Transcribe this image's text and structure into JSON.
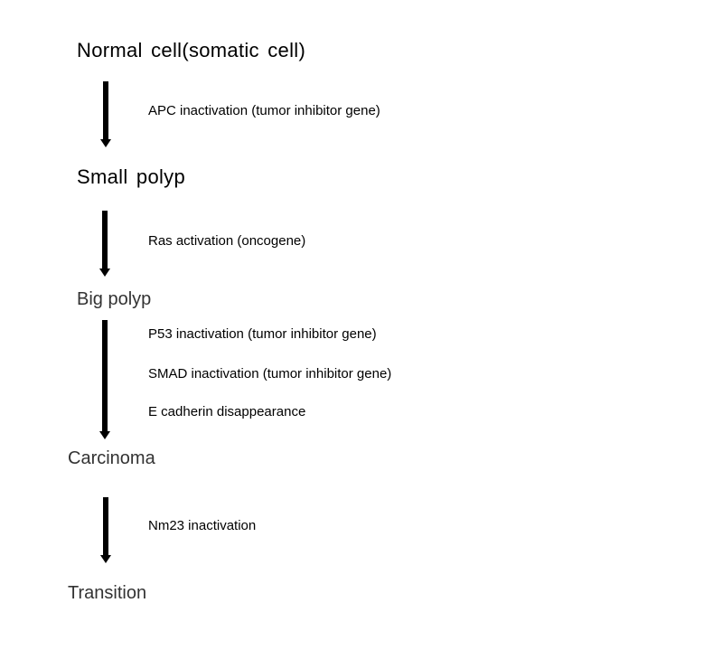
{
  "stages": [
    {
      "label": "Normal cell(somatic cell)"
    },
    {
      "label": "Small polyp"
    },
    {
      "label": "Big polyp"
    },
    {
      "label": "Carcinoma"
    },
    {
      "label": "Transition"
    }
  ],
  "transitions": [
    {
      "events": [
        "APC inactivation (tumor inhibitor gene)"
      ]
    },
    {
      "events": [
        "Ras activation (oncogene)"
      ]
    },
    {
      "events": [
        "P53 inactivation (tumor inhibitor gene)",
        "SMAD inactivation (tumor inhibitor gene)",
        "E cadherin disappearance"
      ]
    },
    {
      "events": [
        "Nm23 inactivation"
      ]
    }
  ],
  "colors": {
    "text": "#000000",
    "arrow": "#000000",
    "background": "#ffffff"
  }
}
